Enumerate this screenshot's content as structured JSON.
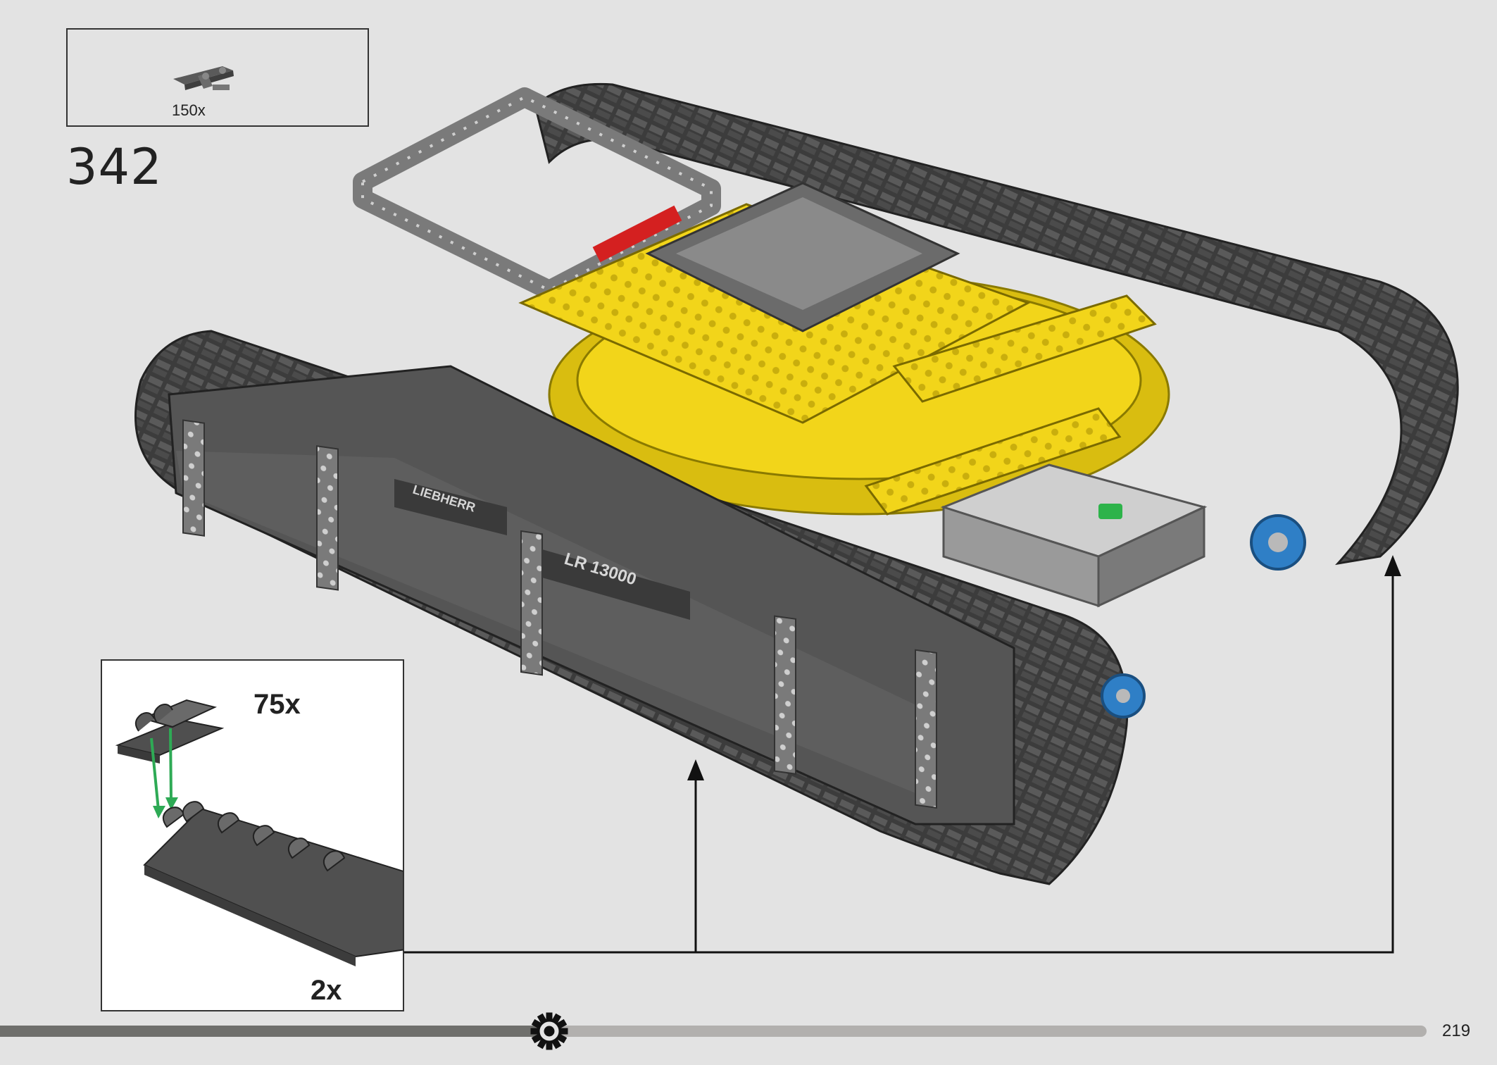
{
  "parts_box": {
    "quantity": "150x",
    "icon": "track-link-icon"
  },
  "step": {
    "number": "342"
  },
  "model": {
    "track_label_1": "LIEBHERR",
    "track_label_2": "LR 13000",
    "colors": {
      "body": "#f2d51a",
      "track": "#4a4a4a",
      "frame": "#6b6b6b",
      "red": "#d42020",
      "blue": "#2f7fc6",
      "green": "#2db34a"
    }
  },
  "subassembly": {
    "quantity_top": "75x",
    "quantity_bottom": "2x",
    "arrow_color": "#2eaa55"
  },
  "footer": {
    "progress_fraction": 0.385,
    "page_number": "219",
    "gear_icon": "gear-progress-icon"
  }
}
